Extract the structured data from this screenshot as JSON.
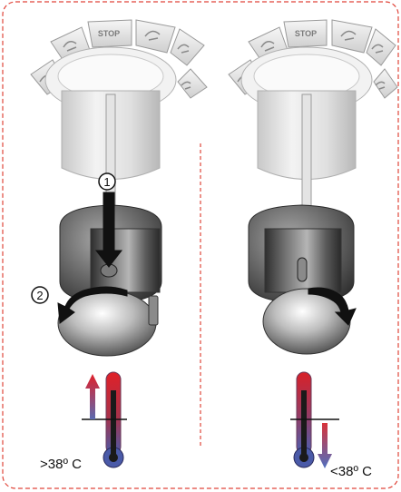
{
  "colors": {
    "frame_border": "#e0453a",
    "hot_red": "#d8232a",
    "cold_blue": "#4f6fb8",
    "metal_dark": "#3a3a3a",
    "metal_light": "#d9d9d9",
    "selector_light": "#ececec"
  },
  "panels": [
    {
      "selector_tabs": [
        "STOP"
      ],
      "steps": [
        {
          "number": "1",
          "action": "press"
        },
        {
          "number": "2",
          "action": "rotate"
        }
      ],
      "thermometer": {
        "direction": "up",
        "color": "hot_red"
      },
      "temperature_label": ">38º C"
    },
    {
      "selector_tabs": [
        "STOP"
      ],
      "thermometer": {
        "direction": "down",
        "color": "cold_blue"
      },
      "temperature_label": "<38º C"
    }
  ],
  "icons": {
    "selector_tab_icons": [
      "hand-spray-icon",
      "hand-spray-icon",
      "hand-spray-icon",
      "hand-spray-icon",
      "hand-spray-icon"
    ]
  }
}
